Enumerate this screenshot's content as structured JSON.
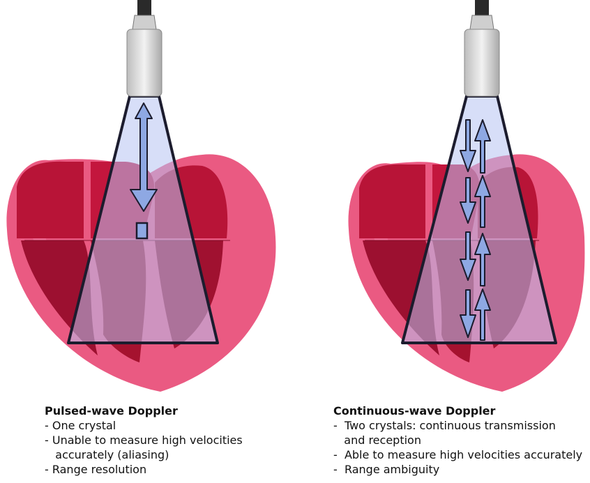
{
  "panels": [
    {
      "title": "Pulsed-wave Doppler",
      "lines": [
        "- One crystal",
        "- Unable to measure high velocities",
        "   accurately (aliasing)",
        "- Range resolution"
      ]
    },
    {
      "title": "Continuous-wave Doppler",
      "lines": [
        "-  Two crystals: continuous transmission",
        "   and reception",
        "-  Able to measure high velocities accurately",
        "-  Range ambiguity"
      ]
    }
  ],
  "colors": {
    "heart_outer": "#e9557f",
    "heart_inner": "#b81437",
    "heart_dark": "#8a0f2a",
    "beam_fill": "#b3bff0",
    "arrow_fill": "#8ea8e3",
    "probe_body": "#d9d9d9",
    "outline": "#1c1c2e"
  },
  "icons": [
    "ultrasound-probe-icon",
    "heart-icon",
    "arrow-icon"
  ]
}
